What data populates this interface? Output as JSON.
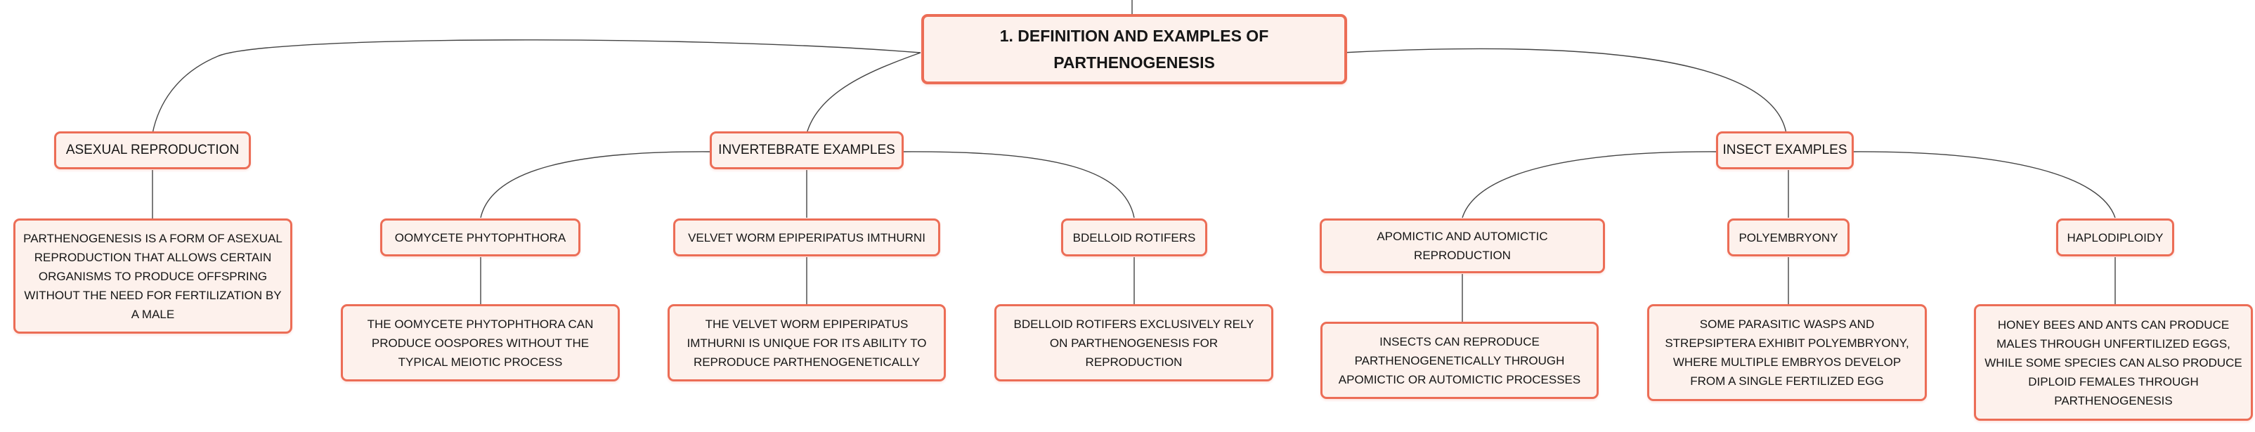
{
  "root": {
    "label": "1. DEFINITION AND EXAMPLES OF PARTHENOGENESIS"
  },
  "topics": [
    {
      "label": "ASEXUAL REPRODUCTION",
      "children": [
        {
          "label": "PARTHENOGENESIS IS A FORM OF ASEXUAL REPRODUCTION THAT ALLOWS CERTAIN ORGANISMS TO PRODUCE OFFSPRING WITHOUT THE NEED FOR FERTILIZATION BY A MALE"
        }
      ]
    },
    {
      "label": "INVERTEBRATE EXAMPLES",
      "children": [
        {
          "label": "OOMYCETE PHYTOPHTHORA",
          "detail": "THE OOMYCETE PHYTOPHTHORA CAN PRODUCE OOSPORES WITHOUT THE TYPICAL MEIOTIC PROCESS"
        },
        {
          "label": "VELVET WORM EPIPERIPATUS IMTHURNI",
          "detail": "THE VELVET WORM EPIPERIPATUS IMTHURNI IS UNIQUE FOR ITS ABILITY TO REPRODUCE PARTHENOGENETICALLY"
        },
        {
          "label": "BDELLOID ROTIFERS",
          "detail": "BDELLOID ROTIFERS EXCLUSIVELY RELY ON PARTHENOGENESIS FOR REPRODUCTION"
        }
      ]
    },
    {
      "label": "INSECT EXAMPLES",
      "children": [
        {
          "label": "APOMICTIC AND AUTOMICTIC REPRODUCTION",
          "detail": "INSECTS CAN REPRODUCE PARTHENOGENETICALLY THROUGH APOMICTIC OR AUTOMICTIC PROCESSES"
        },
        {
          "label": "POLYEMBRYONY",
          "detail": "SOME PARASITIC WASPS AND STREPSIPTERA EXHIBIT POLYEMBRYONY, WHERE MULTIPLE EMBRYOS DEVELOP FROM A SINGLE FERTILIZED EGG"
        },
        {
          "label": "HAPLODIPLOIDY",
          "detail": "HONEY BEES AND ANTS CAN PRODUCE MALES THROUGH UNFERTILIZED EGGS, WHILE SOME SPECIES CAN ALSO PRODUCE DIPLOID FEMALES THROUGH PARTHENOGENESIS"
        }
      ]
    }
  ],
  "colors": {
    "node_border": "#ec6d56",
    "node_fill": "#fdf1ec",
    "connector": "#444444",
    "text": "#161616"
  }
}
